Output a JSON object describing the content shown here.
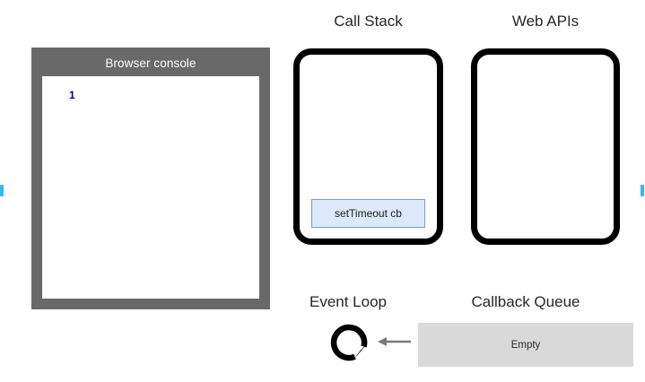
{
  "console_panel": {
    "title": "Browser console",
    "output_lines": [
      "1"
    ],
    "title_color": "#ffffff",
    "frame_color": "#696969",
    "log_color": "#00008b"
  },
  "call_stack": {
    "heading": "Call Stack",
    "frames": [
      {
        "label": "setTimeout cb",
        "fill": "#dce9f8",
        "border": "#7d9dc0"
      }
    ]
  },
  "web_apis": {
    "heading": "Web APIs",
    "items": []
  },
  "event_loop": {
    "heading": "Event Loop",
    "icon": "circular-rotation-arrow-icon",
    "icon_color": "#000000"
  },
  "callback_queue": {
    "heading": "Callback Queue",
    "status": "Empty",
    "fill": "#d9d9d9"
  },
  "flow_arrow": {
    "icon": "left-arrow-icon",
    "color": "#7a7a7a",
    "direction": "left"
  },
  "edge_markers": {
    "left": "scroll-indicator-left",
    "right": "scroll-indicator-right",
    "color": "#35b8f5"
  }
}
